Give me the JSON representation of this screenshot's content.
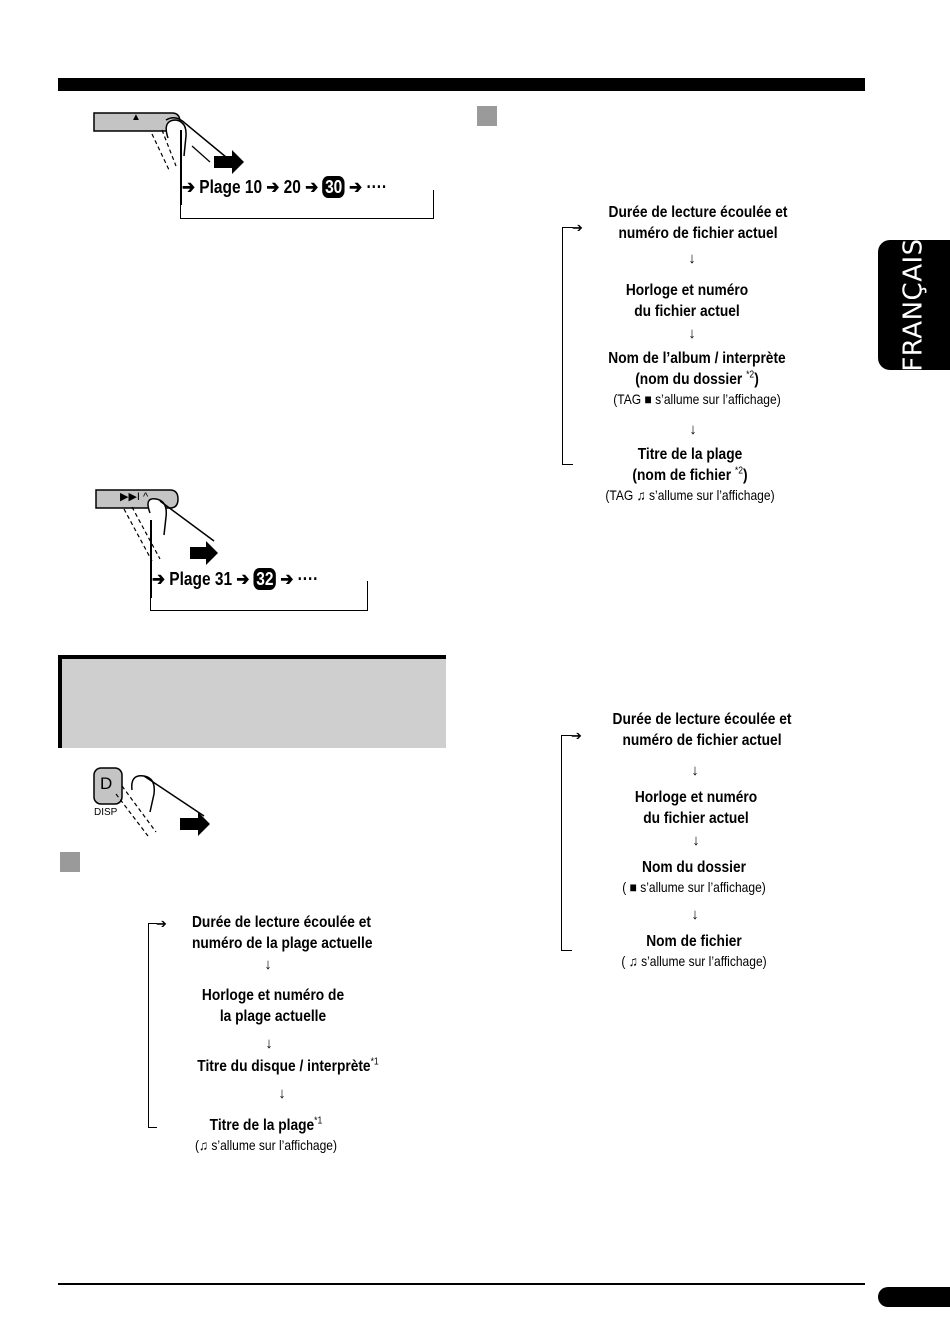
{
  "language_tab": "FRANÇAIS",
  "illustration_1": {
    "button_symbol": "▲",
    "sequence": [
      "Plage 10",
      "20",
      "30",
      "····"
    ]
  },
  "illustration_2": {
    "button_symbol": "▶▶I ^",
    "sequence": [
      "Plage 31",
      "32",
      "····"
    ]
  },
  "illustration_3": {
    "button_letter": "D",
    "button_caption": "DISP"
  },
  "flow_cd": {
    "step1": [
      "Durée de lecture écoulée et",
      "numéro de la plage actuelle"
    ],
    "step2": [
      "Horloge et numéro de",
      "la plage actuelle"
    ],
    "step3": "Titre du disque / interprète",
    "step3_sup": "*1",
    "step4": "Titre de la plage",
    "step4_sup": "*1",
    "step4_note_pre": "(",
    "step4_note_post": " s’allume sur l’affichage)"
  },
  "flow_tag": {
    "step1": [
      "Durée de lecture écoulée et",
      "numéro de fichier actuel"
    ],
    "step2": [
      "Horloge et numéro",
      "du fichier actuel"
    ],
    "step3_line1": "Nom de l’album / interprète",
    "step3_line2_pre": "(nom du dossier ",
    "step3_line2_sup": "*2",
    "step3_line2_post": ")",
    "step3_note_pre": "(TAG ",
    "step3_note_post": " s’allume sur l’affichage)",
    "step4_line1": "Titre de la plage",
    "step4_line2_pre": "(nom de fichier ",
    "step4_line2_sup": "*2",
    "step4_line2_post": ")",
    "step4_note_pre": "(TAG ",
    "step4_note_post": " s’allume sur l’affichage)"
  },
  "flow_folder": {
    "step1": [
      "Durée de lecture écoulée et",
      "numéro de fichier actuel"
    ],
    "step2": [
      "Horloge et numéro",
      "du fichier actuel"
    ],
    "step3": "Nom du dossier",
    "step3_note_pre": "( ",
    "step3_note_post": " s’allume sur l’affichage)",
    "step4": "Nom de fichier",
    "step4_note_pre": "( ",
    "step4_note_post": " s’allume sur l’affichage)"
  },
  "icons": {
    "folder": "folder-icon",
    "note": "music-note-icon"
  }
}
